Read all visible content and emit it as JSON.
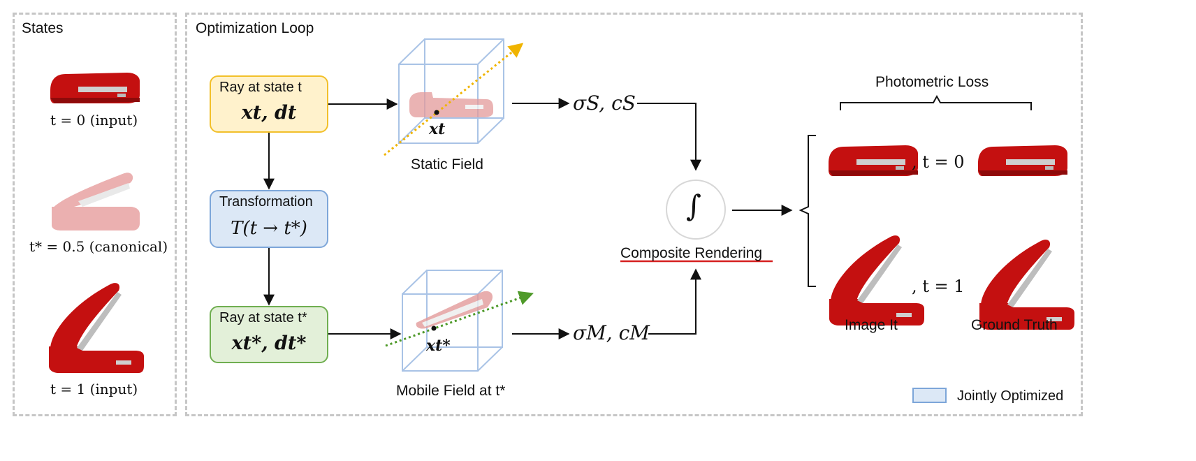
{
  "states_panel": {
    "title": "States",
    "state0_label": "t  =  0 (input)",
    "state_canonical_label": "t* = 0.5 (canonical)",
    "state1_label": "t  =  1 (input)"
  },
  "loop_panel": {
    "title": "Optimization Loop",
    "ray_t_box": {
      "title": "Ray at state t",
      "expr": "xt, dt"
    },
    "transform_box": {
      "title": "Transformation",
      "expr": "T(t → t*)"
    },
    "ray_tstar_box": {
      "title": "Ray at state t*",
      "expr": "xt*, dt*"
    },
    "static_field": {
      "label": "Static Field",
      "point_label": "xt"
    },
    "mobile_field": {
      "label": "Mobile Field at t*",
      "point_label": "xt*"
    },
    "static_output": "σS, cS",
    "mobile_output": "σM, cM",
    "integral_symbol": "∫",
    "composite_label": "Composite Rendering",
    "photometric_loss": "Photometric Loss",
    "row0_label": ", t = 0",
    "row1_label": ", t = 1",
    "image_label": "Image It",
    "gt_label": "Ground Truth",
    "legend_label": "Jointly Optimized"
  },
  "colors": {
    "stapler_red": "#c41010",
    "stapler_ghost": "#e8a3a3",
    "ray_box_fill": "#fff2cc",
    "ray_box_border": "#f2c02a",
    "transform_fill": "#dce8f6",
    "transform_border": "#7da6d9",
    "mobile_box_fill": "#e3f0d9",
    "mobile_box_border": "#6fae50",
    "orange_ray": "#f0b400",
    "green_ray": "#4f9a2a",
    "underline": "#d62020"
  }
}
